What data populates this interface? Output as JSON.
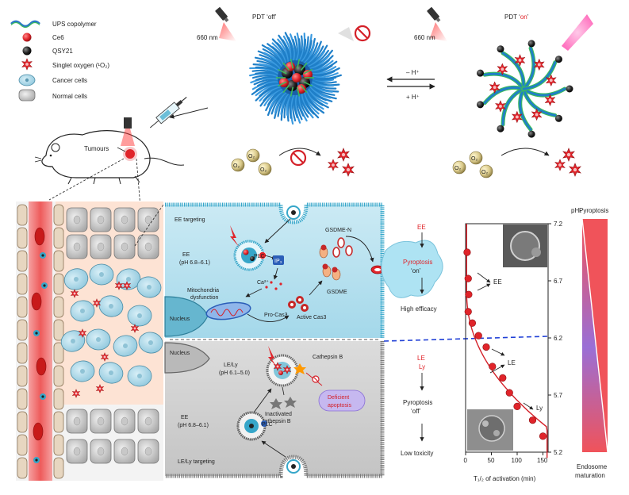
{
  "legend": {
    "ups": "UPS copolymer",
    "ce6": "Ce6",
    "qsy": "QSY21",
    "singlet": "Singlet oxygen (¹O₂)",
    "cancer": "Cancer cells",
    "normal": "Normal cells"
  },
  "top": {
    "pdt_off_prefix": "PDT ‘off’",
    "pdt_on_prefix": "PDT ‘",
    "pdt_on_word": "on",
    "pdt_on_suffix": "’",
    "nm_left": "660 nm",
    "nm_right": "660 nm",
    "minus_h": "– H⁺",
    "plus_h": "+ H⁺",
    "o2": "O₂",
    "tumours": "Tumours"
  },
  "cell": {
    "ee_targeting": "EE targeting",
    "ee_label": "EE",
    "ee_ph": "(pH 6.8–6.1)",
    "plc": "PLC",
    "ip3": "IP₃",
    "ca": "Ca²⁺",
    "gsdme_n": "GSDME-N",
    "gsdme": "GSDME",
    "mito1": "Mitochondria",
    "mito2": "dysfunction",
    "procas3": "Pro-Cas3",
    "activecas3": "Active Cas3",
    "nucleus_top": "Nucleus",
    "nucleus_bottom": "Nucleus",
    "lely_label": "LE/Ly",
    "lely_ph": "(pH 6.1–5.0)",
    "cathepsin": "Cathepsin B",
    "inactivated1": "Inactivated",
    "inactivated2": "cathepsin B",
    "deficient1": "Deficient",
    "deficient2": "apoptosis",
    "ee2_label": "EE",
    "ee2_ph": "(pH 6.8–6.1)",
    "plc2": "PLC",
    "lely_targeting": "LE/Ly targeting"
  },
  "outcome": {
    "ee": "EE",
    "pyro_on": "Pyroptosis",
    "on": "‘on’",
    "high": "High efficacy",
    "le": "LE",
    "ly": "Ly",
    "pyro_off": "Pyroptosis",
    "off": "‘off’",
    "low": "Low toxicity"
  },
  "gradient_bar": {
    "top": "Pyroptosis",
    "bottom1": "Endosome",
    "bottom2": "maturation"
  },
  "chart_data": {
    "type": "scatter",
    "xlabel": "T₁/₂ of activation (min)",
    "ylabel": "pHₛ",
    "xticks": [
      "0",
      "50",
      "100",
      "150"
    ],
    "yticks": [
      "7.2",
      "6.7",
      "6.2",
      "5.7",
      "5.2"
    ],
    "xlim": [
      0,
      160
    ],
    "ylim": [
      5.2,
      7.2
    ],
    "points": [
      {
        "x": 3,
        "y": 6.95
      },
      {
        "x": 5,
        "y": 6.72
      },
      {
        "x": 6,
        "y": 6.58
      },
      {
        "x": 5,
        "y": 6.43
      },
      {
        "x": 13,
        "y": 6.33
      },
      {
        "x": 25,
        "y": 6.22
      },
      {
        "x": 40,
        "y": 6.12
      },
      {
        "x": 52,
        "y": 5.95
      },
      {
        "x": 72,
        "y": 5.85
      },
      {
        "x": 85,
        "y": 5.72
      },
      {
        "x": 100,
        "y": 5.6
      },
      {
        "x": 130,
        "y": 5.48
      },
      {
        "x": 150,
        "y": 5.34
      }
    ],
    "region_labels": [
      "EE",
      "LE",
      "Ly"
    ],
    "threshold_y": 6.2
  }
}
